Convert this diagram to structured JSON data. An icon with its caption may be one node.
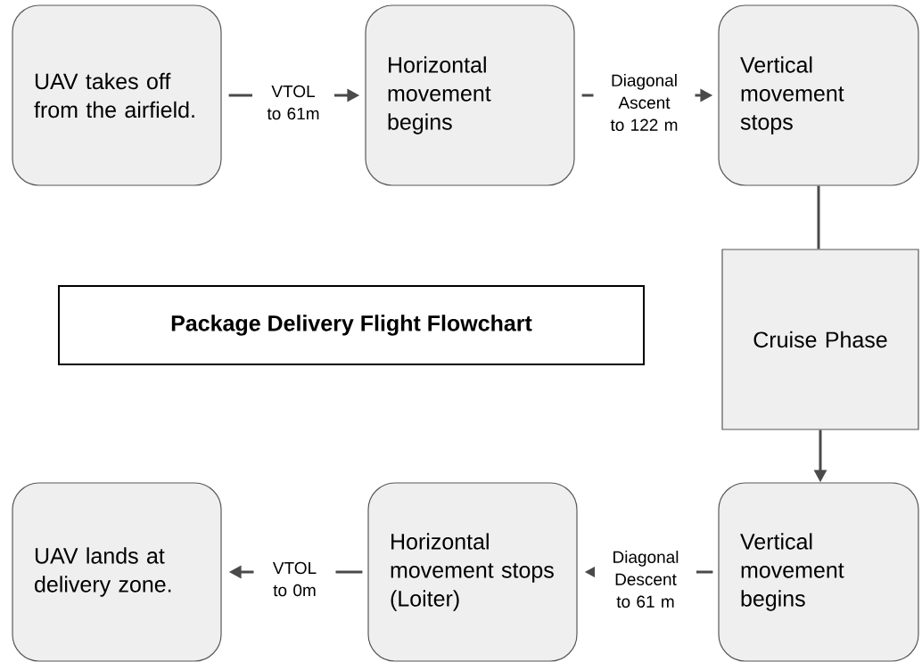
{
  "diagram": {
    "title": "Package Delivery Flight Flowchart",
    "nodes": [
      {
        "text": [
          "UAV takes off from the airfield."
        ]
      },
      {
        "text": [
          "Horizontal movement begins"
        ]
      },
      {
        "text": [
          "Vertical movement stops"
        ]
      },
      {
        "text": [
          "Cruise Phase"
        ]
      },
      {
        "text": [
          "Vertical movement begins"
        ]
      },
      {
        "text": [
          "Horizontal movement stops (Loiter)"
        ]
      },
      {
        "text": [
          "UAV lands at delivery zone."
        ]
      }
    ],
    "edges": [
      {
        "from": 0,
        "to": 1,
        "arrow": "to",
        "label": "VTOL to 61m"
      },
      {
        "from": 1,
        "to": 2,
        "arrow": "to",
        "label": "Diagonal Ascent to 122 m"
      },
      {
        "from": 2,
        "to": 3,
        "arrow": "none"
      },
      {
        "from": 3,
        "to": 4,
        "arrow": "to"
      },
      {
        "from": 4,
        "to": 5,
        "arrow": "to",
        "label": "Diagonal Descent to 61 m"
      },
      {
        "from": 5,
        "to": 6,
        "arrow": "to",
        "label": "VTOL to 0m"
      }
    ]
  }
}
